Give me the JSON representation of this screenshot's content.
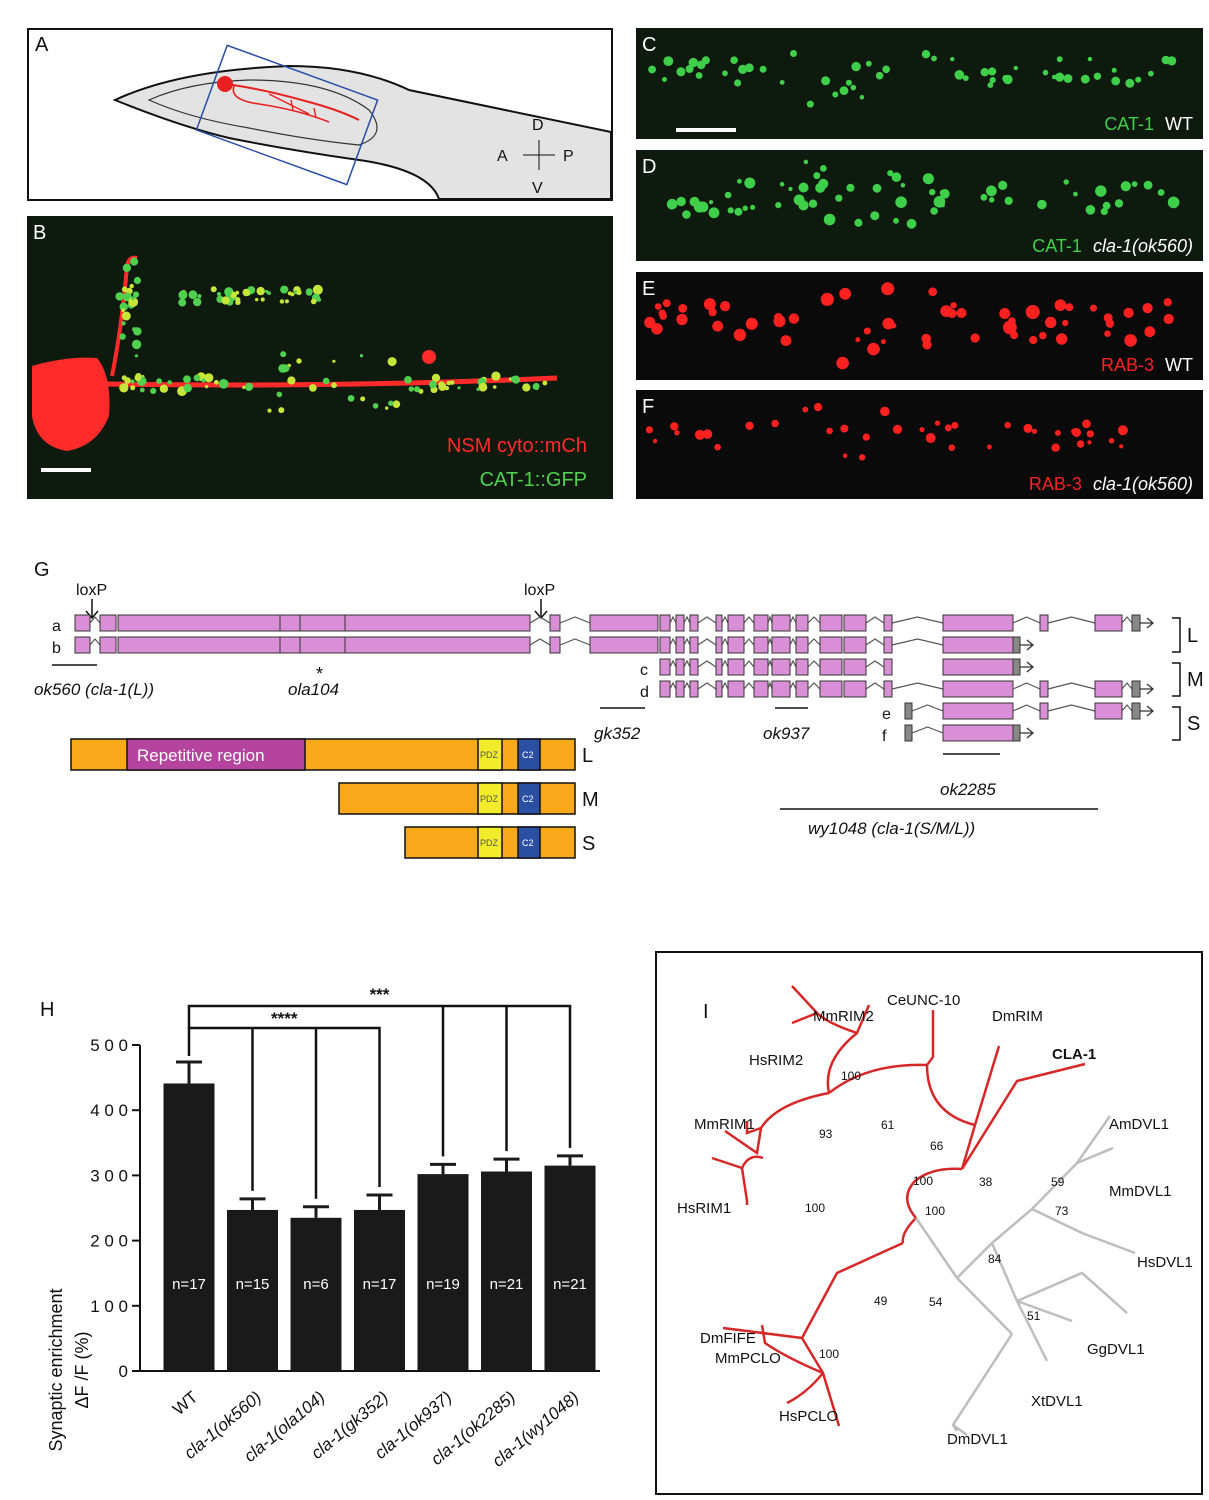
{
  "panels": {
    "A": {
      "label": "A",
      "axes": {
        "d": "D",
        "a": "A",
        "p": "P",
        "v": "V"
      }
    },
    "B": {
      "label": "B",
      "legend": [
        "NSM cyto::mCh",
        "CAT-1::GFP"
      ],
      "colors": {
        "red": "#ff2a2a",
        "green": "#4fd14f",
        "background": "#0f1a0f"
      }
    },
    "C": {
      "label": "C",
      "marker": "CAT-1",
      "genotype": "WT"
    },
    "D": {
      "label": "D",
      "marker": "CAT-1",
      "genotype": "cla-1(ok560)"
    },
    "E": {
      "label": "E",
      "marker": "RAB-3",
      "genotype": "WT"
    },
    "F": {
      "label": "F",
      "marker": "RAB-3",
      "genotype": "cla-1(ok560)"
    },
    "G": {
      "label": "G",
      "loxp": [
        "loxP",
        "loxP"
      ],
      "isoforms": [
        "a",
        "b",
        "c",
        "d",
        "e",
        "f"
      ],
      "groups": [
        "L",
        "M",
        "S"
      ],
      "alleles": [
        "ok560 (cla-1(L))",
        "ola104",
        "gk352",
        "ok937",
        "ok2285",
        "wy1048 (cla-1(S/M/L))"
      ],
      "star": "*",
      "domains": {
        "repetitive": "Repetitive region",
        "pdz": "PDZ",
        "c2": "C2"
      },
      "proteins": [
        "L",
        "M",
        "S"
      ],
      "colors": {
        "exon": "#d98fd6",
        "protein": "#f7a81b",
        "repetitive": "#b5449e",
        "pdz": "#f3ec2b",
        "c2": "#2b4fa3"
      }
    },
    "H": {
      "label": "H"
    },
    "I": {
      "label": "I",
      "taxa": {
        "ceunc10": "CeUNC-10",
        "mmrim2": "MmRIM2",
        "dmrim": "DmRIM",
        "cla1": "CLA-1",
        "hsrim2": "HsRIM2",
        "mmrim1": "MmRIM1",
        "hsrim1": "HsRIM1",
        "amdvl1": "AmDVL1",
        "mmdvl1": "MmDVL1",
        "hsdvl1": "HsDVL1",
        "dmfife": "DmFIFE",
        "mmpclo": "MmPCLO",
        "hspclo": "HsPCLO",
        "ggdvl1": "GgDVL1",
        "xtdvl1": "XtDVL1",
        "dmdvl1": "DmDVL1"
      },
      "bootstraps": {
        "b100a": "100",
        "b93": "93",
        "b61": "61",
        "b66": "66",
        "b100b": "100",
        "b38": "38",
        "b100c": "100",
        "b100d": "100",
        "b49": "49",
        "b100e": "100",
        "b59": "59",
        "b73": "73",
        "b84": "84",
        "b54": "54",
        "b51": "51"
      },
      "colors": {
        "rim": "#d62828",
        "dvl": "#bdbdbd"
      }
    }
  },
  "chart_data": {
    "type": "bar",
    "ylabel": "Synaptic enrichment",
    "ylabel2": "ΔF /F (%)",
    "ylim": [
      0,
      500
    ],
    "yticks": [
      "0",
      "1 0 0",
      "2 0 0",
      "3 0 0",
      "4 0 0",
      "5 0 0"
    ],
    "ytick_values": [
      0,
      100,
      200,
      300,
      400,
      500
    ],
    "categories": [
      "WT",
      "cla-1(ok560)",
      "cla-1(ola104)",
      "cla-1(gk352)",
      "cla-1(ok937)",
      "cla-1(ok2285)",
      "cla-1(wy1048)"
    ],
    "values": [
      441,
      247,
      235,
      247,
      302,
      306,
      315
    ],
    "errors": [
      33,
      17,
      17,
      23,
      15,
      19,
      15
    ],
    "n_labels": [
      "n=17",
      "n=15",
      "n=6",
      "n=17",
      "n=19",
      "n=21",
      "n=21"
    ],
    "significance": [
      "****",
      "***"
    ],
    "bar_color": "#1a1a1a"
  }
}
